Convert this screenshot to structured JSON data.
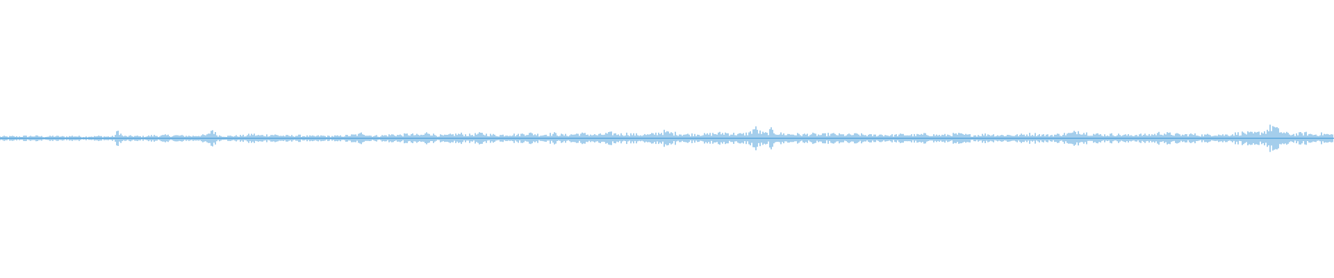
{
  "waveform": {
    "color": "#5aa6dc",
    "background": "#ffffff",
    "duration_fraction_shown": 1.0,
    "amplitude_envelope": [
      0.1,
      0.11,
      0.1,
      0.12,
      0.1,
      0.11,
      0.13,
      0.12,
      0.14,
      0.13,
      0.12,
      0.1,
      0.11,
      0.13,
      0.12,
      0.11,
      0.1,
      0.12,
      0.14,
      0.12,
      0.11,
      0.1,
      0.12,
      0.11,
      0.13,
      0.12,
      0.11,
      0.1,
      0.12,
      0.45,
      0.15,
      0.12,
      0.13,
      0.14,
      0.12,
      0.11,
      0.13,
      0.15,
      0.17,
      0.14,
      0.16,
      0.18,
      0.15,
      0.17,
      0.16,
      0.14,
      0.15,
      0.13,
      0.16,
      0.18,
      0.17,
      0.2,
      0.55,
      0.22,
      0.16,
      0.14,
      0.13,
      0.15,
      0.14,
      0.16,
      0.15,
      0.2,
      0.25,
      0.18,
      0.17,
      0.19,
      0.2,
      0.22,
      0.18,
      0.16,
      0.15,
      0.14,
      0.16,
      0.17,
      0.15,
      0.14,
      0.13,
      0.12,
      0.14,
      0.15,
      0.13,
      0.12,
      0.14,
      0.13,
      0.15,
      0.16,
      0.18,
      0.2,
      0.22,
      0.35,
      0.2,
      0.16,
      0.15,
      0.14,
      0.17,
      0.18,
      0.22,
      0.2,
      0.19,
      0.21,
      0.24,
      0.22,
      0.2,
      0.18,
      0.22,
      0.38,
      0.24,
      0.18,
      0.17,
      0.16,
      0.19,
      0.22,
      0.24,
      0.26,
      0.22,
      0.2,
      0.22,
      0.25,
      0.28,
      0.24,
      0.22,
      0.2,
      0.18,
      0.19,
      0.21,
      0.23,
      0.22,
      0.2,
      0.25,
      0.3,
      0.28,
      0.26,
      0.22,
      0.2,
      0.24,
      0.25,
      0.27,
      0.22,
      0.2,
      0.19,
      0.22,
      0.25,
      0.28,
      0.26,
      0.24,
      0.22,
      0.2,
      0.21,
      0.24,
      0.28,
      0.3,
      0.26,
      0.24,
      0.25,
      0.28,
      0.24,
      0.22,
      0.2,
      0.22,
      0.2,
      0.25,
      0.3,
      0.35,
      0.38,
      0.32,
      0.3,
      0.28,
      0.26,
      0.24,
      0.22,
      0.24,
      0.26,
      0.24,
      0.22,
      0.25,
      0.27,
      0.28,
      0.3,
      0.32,
      0.28,
      0.26,
      0.25,
      0.24,
      0.28,
      0.35,
      0.62,
      0.4,
      0.3,
      0.28,
      0.48,
      0.35,
      0.28,
      0.26,
      0.24,
      0.25,
      0.24,
      0.23,
      0.22,
      0.24,
      0.25,
      0.22,
      0.2,
      0.22,
      0.24,
      0.25,
      0.23,
      0.22,
      0.2,
      0.21,
      0.22,
      0.24,
      0.22,
      0.2,
      0.19,
      0.18,
      0.2,
      0.22,
      0.2,
      0.19,
      0.18,
      0.2,
      0.22,
      0.21,
      0.2,
      0.19,
      0.2,
      0.22,
      0.24,
      0.22,
      0.2,
      0.19,
      0.18,
      0.2,
      0.22,
      0.24,
      0.25,
      0.22,
      0.2,
      0.19,
      0.18,
      0.2,
      0.22,
      0.24,
      0.22,
      0.2,
      0.19,
      0.18,
      0.2,
      0.19,
      0.18,
      0.2,
      0.22,
      0.24,
      0.26,
      0.24,
      0.22,
      0.2,
      0.18,
      0.2,
      0.22,
      0.24,
      0.26,
      0.28,
      0.3,
      0.45,
      0.4,
      0.32,
      0.28,
      0.26,
      0.24,
      0.22,
      0.2,
      0.22,
      0.24,
      0.22,
      0.2,
      0.19,
      0.18,
      0.2,
      0.22,
      0.21,
      0.2,
      0.22,
      0.24,
      0.3,
      0.32,
      0.28,
      0.26,
      0.24,
      0.22,
      0.2,
      0.22,
      0.24,
      0.22,
      0.2,
      0.19,
      0.2,
      0.22,
      0.24,
      0.22,
      0.2,
      0.22,
      0.24,
      0.28,
      0.3,
      0.32,
      0.3,
      0.28,
      0.3,
      0.35,
      0.4,
      0.55,
      0.72,
      0.5,
      0.4,
      0.3,
      0.26,
      0.24,
      0.25,
      0.28,
      0.3,
      0.25,
      0.22,
      0.24,
      0.26,
      0.24,
      0.22,
      0.2
    ]
  }
}
